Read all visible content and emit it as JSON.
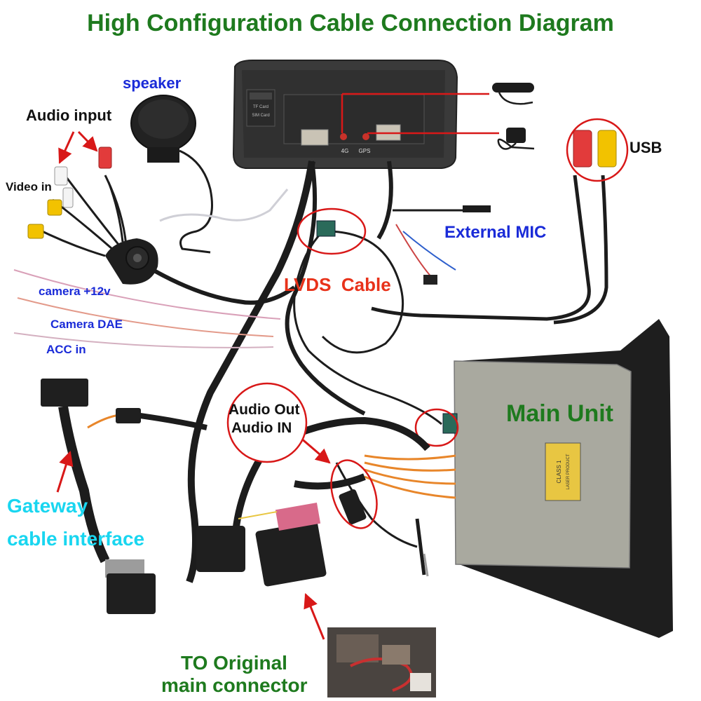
{
  "title": "High Configuration Cable Connection Diagram",
  "labels": {
    "speaker": "speaker",
    "audio_input": "Audio input",
    "video_in": "Video in",
    "camera_12v": "camera +12v",
    "camera_dae": "Camera DAE",
    "acc_in": "ACC in",
    "lvds_cable": "LVDS  Cable",
    "external_mic": "External MIC",
    "usb": "USB",
    "audio_out": "Audio Out",
    "audio_in": "Audio IN",
    "main_unit": "Main Unit",
    "gateway_line1": "Gateway",
    "gateway_line2": "cable interface",
    "to_original_line1": "TO Original",
    "to_original_line2": "main connector"
  },
  "screen_text": {
    "port_1": "4G",
    "port_2": "GPS",
    "slot_1": "TF Card",
    "slot_2": "SIM Card"
  },
  "main_unit_sticker": {
    "line1": "CLASS 1",
    "line2": "LASER PRODUCT"
  },
  "colors": {
    "title_green": "#1e7a1e",
    "label_blue": "#1a2bd8",
    "label_cyan": "#19d6f0",
    "label_red": "#e8321a",
    "highlight_red": "#d81818",
    "cable_black": "#1c1c1c",
    "rca_red": "#e23b3b",
    "rca_yellow": "#f2c200",
    "main_unit_grey": "#a9a99f",
    "screen_body": "#3a3a3a"
  }
}
